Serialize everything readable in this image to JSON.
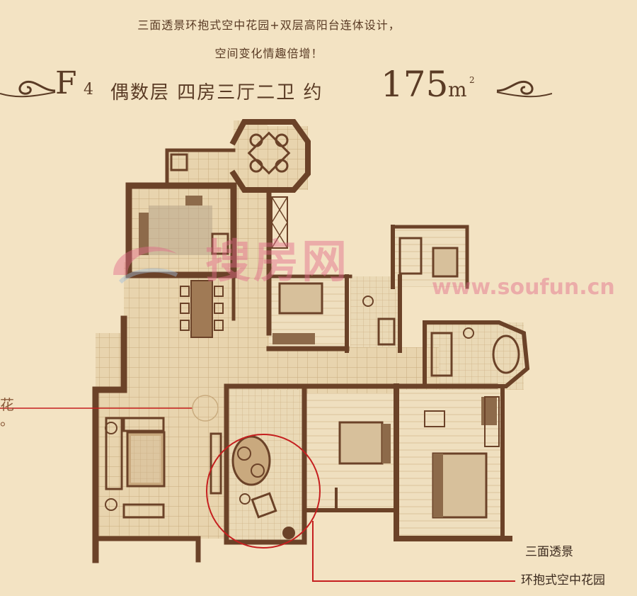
{
  "header": {
    "tagline_1": "三面透景环抱式空中花园+双层高阳台连体设计，",
    "tagline_2": "空间变化情趣倍增！",
    "unit_code_letter": "F",
    "unit_code_number": "4",
    "description": "偶数层 四房三厅二卫 约",
    "area_value": "175",
    "area_unit": "m",
    "area_unit_sup": "2"
  },
  "callouts": {
    "label_1": "三面透景",
    "label_2": "环抱式空中花园"
  },
  "edge_text": "花\n。",
  "watermark": {
    "text": "搜房网",
    "url": "www.soufun.cn"
  },
  "colors": {
    "background": "#f3e3c3",
    "wall": "#6b4228",
    "floor_tile": "#e8d4ae",
    "tile_line": "#c9ab7e",
    "text": "#5a3b25",
    "highlight_circle": "#c51f1f",
    "watermark": "#e26a8a"
  }
}
